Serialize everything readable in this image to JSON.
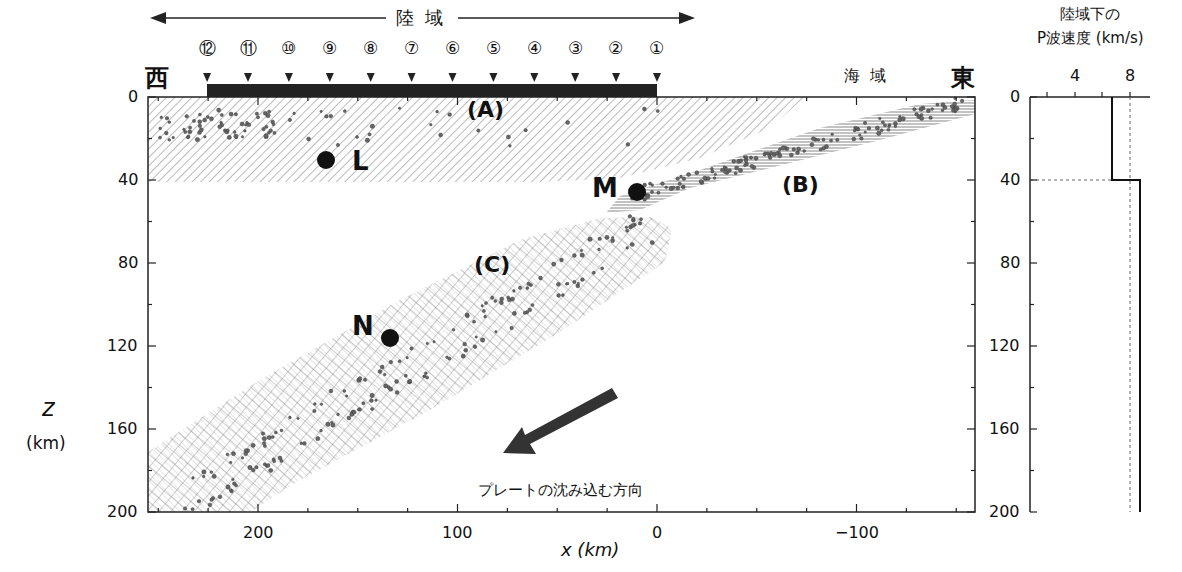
{
  "diagram": {
    "labels": [
      "陸域",
      "①",
      "②",
      "③",
      "④",
      "⑤",
      "⑥",
      "⑦",
      "⑧",
      "⑨",
      "⑩",
      "⑪",
      "⑫",
      "西",
      "東",
      "海域",
      "(A)",
      "(B)",
      "(C)",
      "L",
      "M",
      "N",
      "プレートの沈み込む方向",
      "0",
      "40",
      "80",
      "120",
      "160",
      "200",
      "z",
      "(km)",
      "200",
      "100",
      "0",
      "−100",
      "x (km)",
      "陸域下の",
      "P波速度 (km/s)",
      "4",
      "8",
      "0",
      "40",
      "80",
      "120",
      "160",
      "200"
    ]
  }
}
